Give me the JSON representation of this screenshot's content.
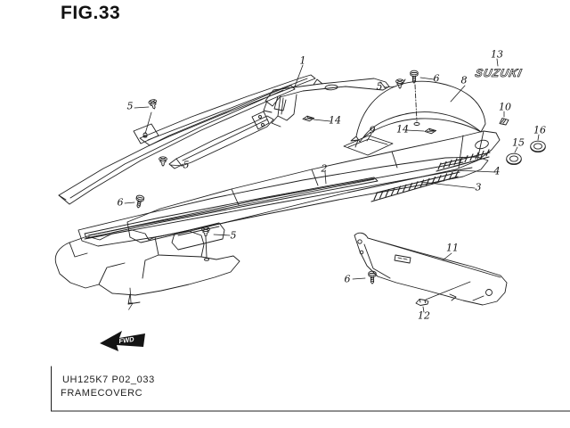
{
  "figure": {
    "title": "FIG.33"
  },
  "footer": {
    "code": "UH125K7 P02_033",
    "name": "FRAMECOVERC"
  },
  "emblem": {
    "text": "SUZUKI"
  },
  "fwd": {
    "label": "FWD"
  },
  "colors": {
    "background": "#ffffff",
    "line": "#1f1f1f",
    "arrow_fill": "#141414"
  },
  "callouts": [
    {
      "text": "1"
    },
    {
      "text": "2"
    },
    {
      "text": "3"
    },
    {
      "text": "4"
    },
    {
      "text": "5"
    },
    {
      "text": "5"
    },
    {
      "text": "5"
    },
    {
      "text": "5"
    },
    {
      "text": "6"
    },
    {
      "text": "6"
    },
    {
      "text": "6"
    },
    {
      "text": "7"
    },
    {
      "text": "8"
    },
    {
      "text": "9"
    },
    {
      "text": "10"
    },
    {
      "text": "11"
    },
    {
      "text": "12"
    },
    {
      "text": "13"
    },
    {
      "text": "14"
    },
    {
      "text": "14"
    },
    {
      "text": "15"
    },
    {
      "text": "16"
    }
  ]
}
